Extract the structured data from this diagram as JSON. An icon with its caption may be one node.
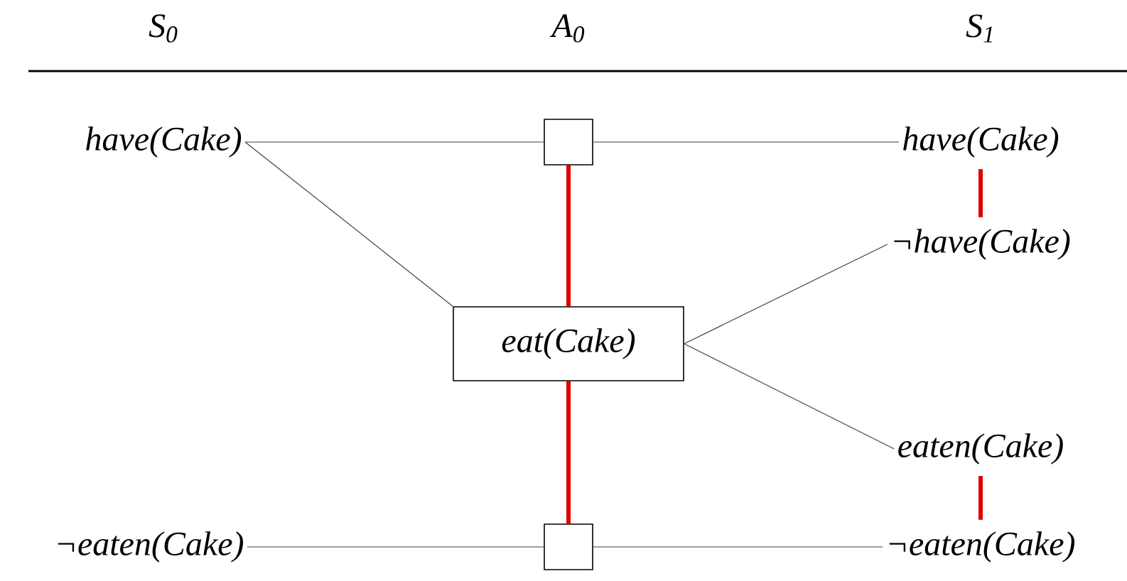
{
  "diagram": {
    "nodes": [
      {
        "text": [
          "have(Cake)"
        ]
      },
      {
        "text": [
          "¬eaten(Cake)"
        ]
      },
      {
        "text": [],
        "shape": "box"
      },
      {
        "text": [
          "eat(Cake)"
        ]
      },
      {
        "text": [],
        "shape": "box"
      },
      {
        "text": [
          "have(Cake)"
        ]
      },
      {
        "text": [
          "¬have(Cake)"
        ]
      },
      {
        "text": [
          "eaten(Cake)"
        ]
      },
      {
        "text": [
          "¬eaten(Cake)"
        ]
      }
    ],
    "edges": [
      {
        "from": 0,
        "to": 2,
        "arrow": "none"
      },
      {
        "from": 2,
        "to": 5,
        "arrow": "none"
      },
      {
        "from": 0,
        "to": 3,
        "arrow": "none"
      },
      {
        "from": 3,
        "to": 6,
        "arrow": "none"
      },
      {
        "from": 3,
        "to": 7,
        "arrow": "none"
      },
      {
        "from": 1,
        "to": 4,
        "arrow": "none"
      },
      {
        "from": 4,
        "to": 8,
        "arrow": "none"
      },
      {
        "from": 2,
        "to": 3,
        "arrow": "none",
        "style": "thick",
        "color": "#e00000"
      },
      {
        "from": 3,
        "to": 4,
        "arrow": "none",
        "style": "thick",
        "color": "#e00000"
      },
      {
        "from": 5,
        "to": 6,
        "arrow": "none",
        "style": "thick",
        "color": "#e00000"
      },
      {
        "from": 7,
        "to": 8,
        "arrow": "none",
        "style": "thick",
        "color": "#e00000"
      }
    ],
    "labels": [
      "S$_{0}$",
      "A$_{0}$",
      "S$_{1}$"
    ]
  }
}
